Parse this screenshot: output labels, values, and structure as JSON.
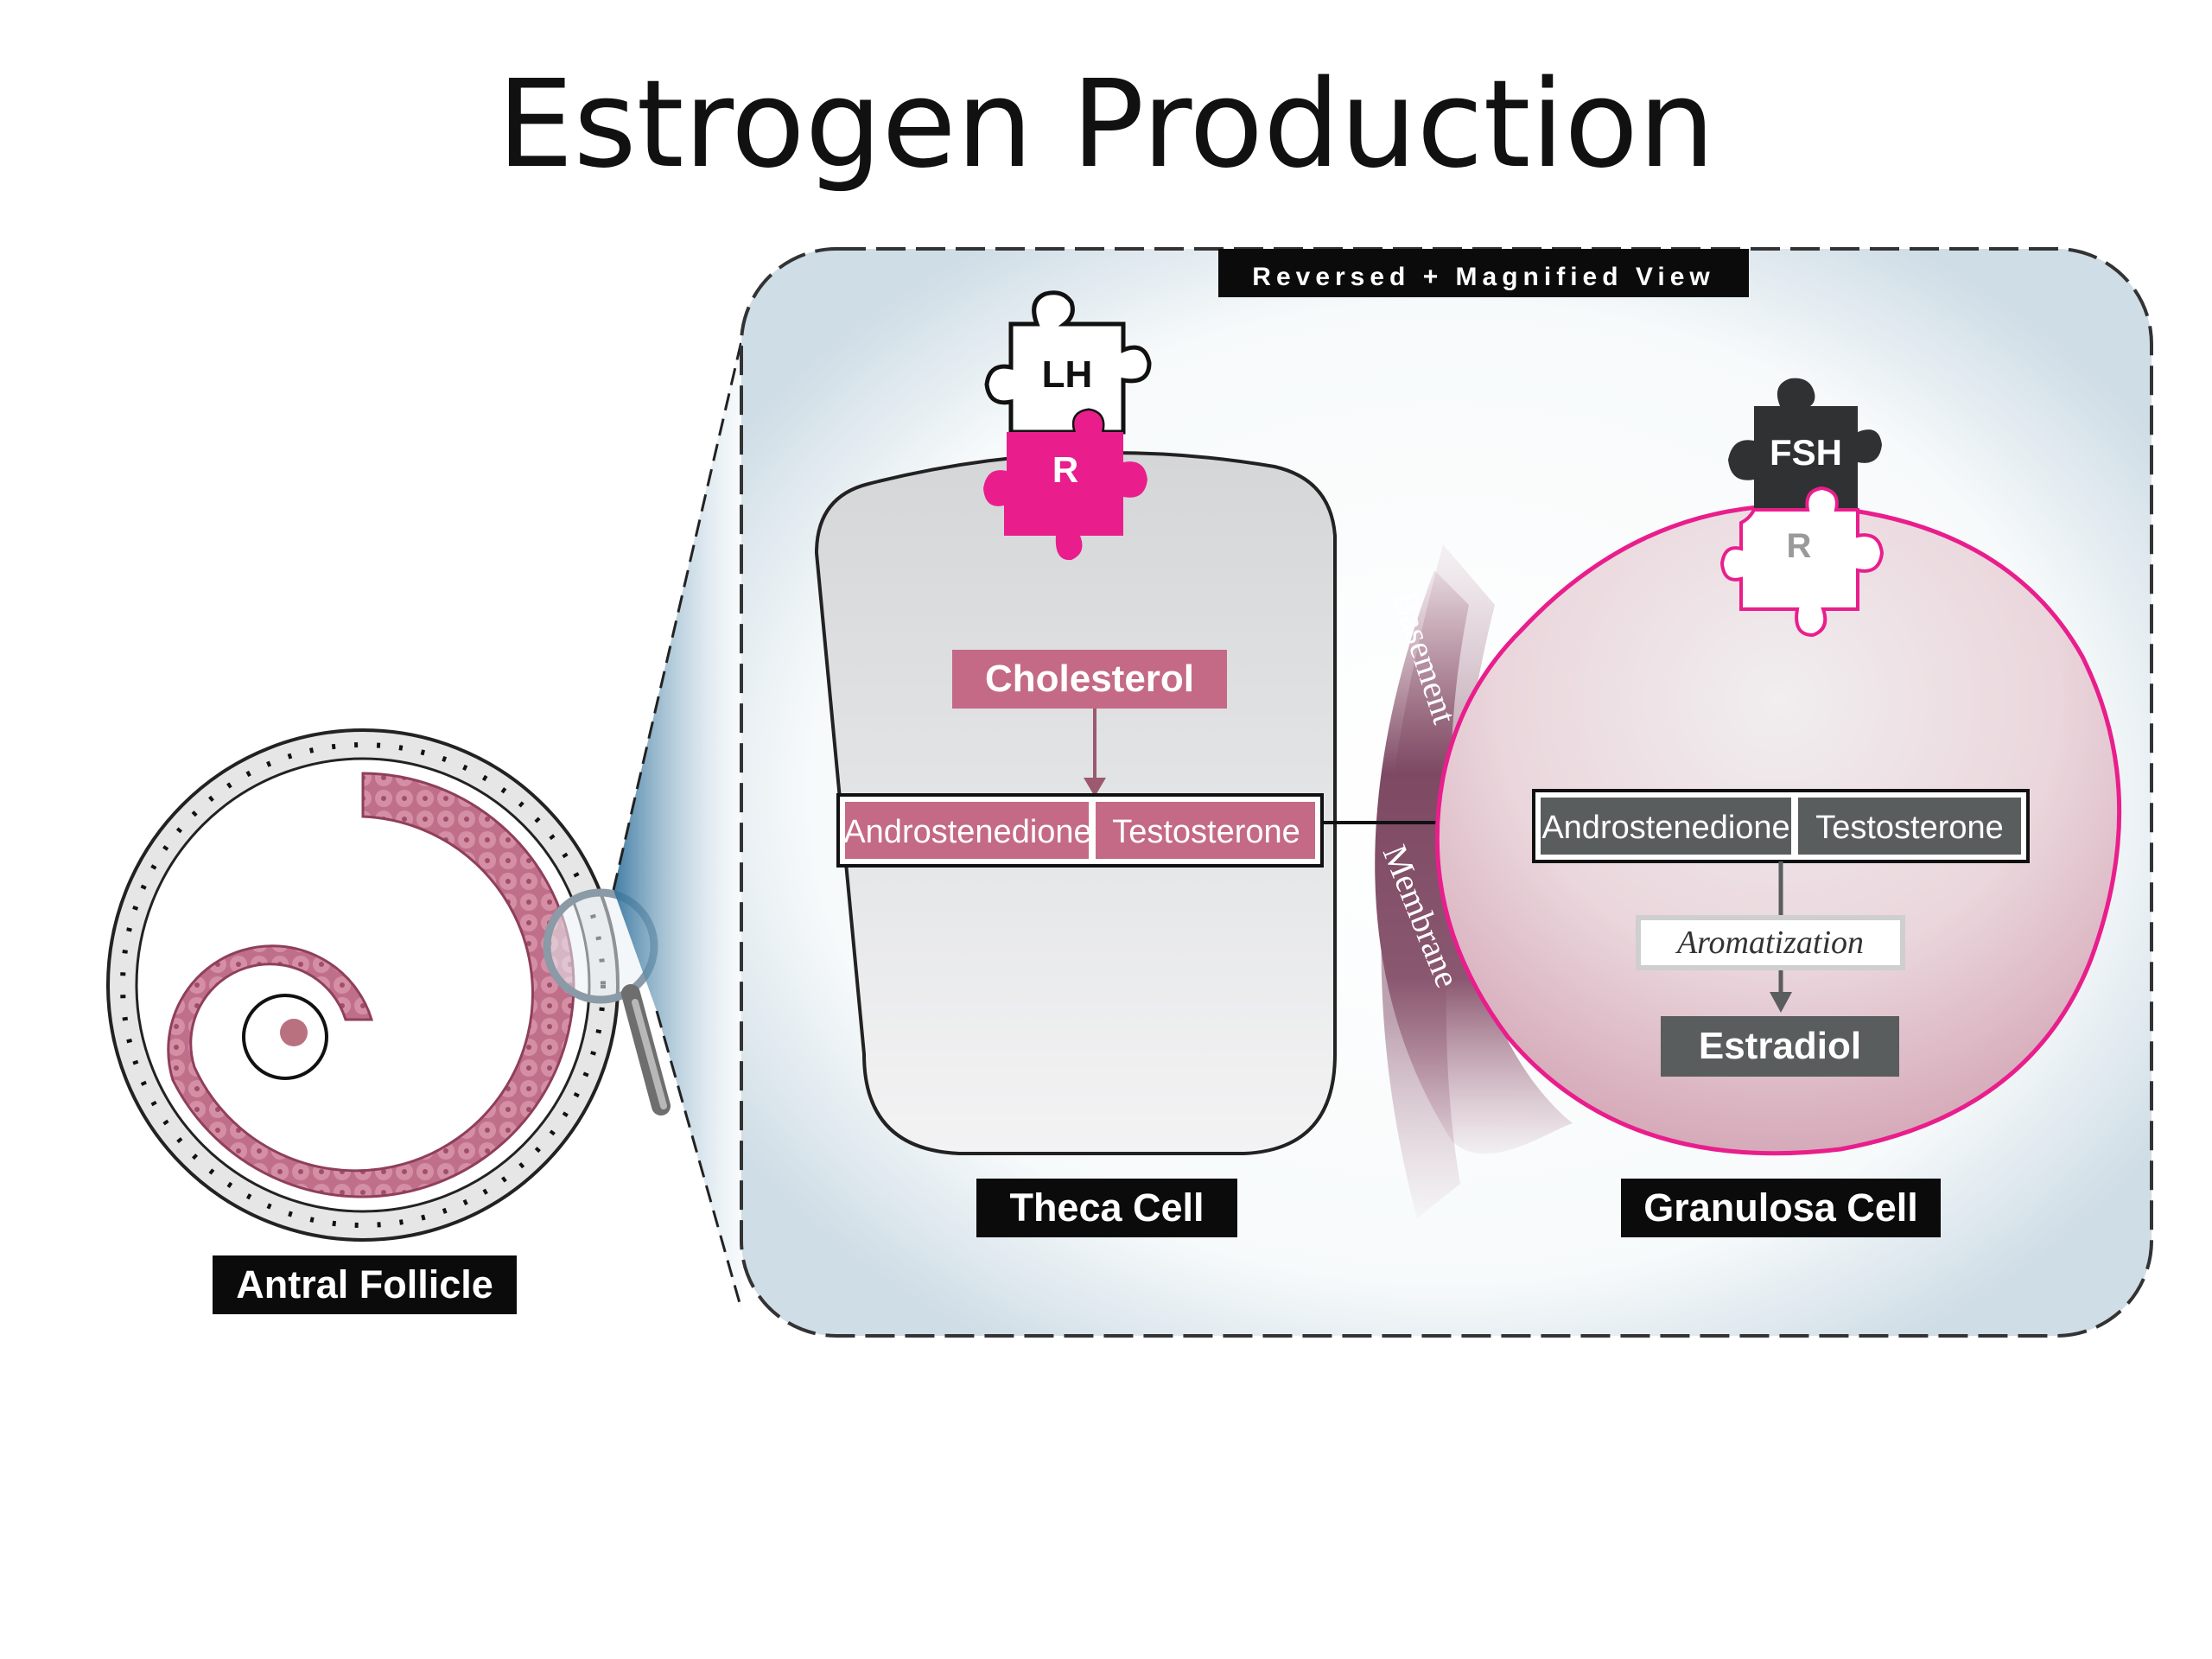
{
  "slide": {
    "title": "Estrogen Production"
  },
  "follicle": {
    "label": "Antral Follicle"
  },
  "magnified_panel": {
    "banner": "Reversed + Magnified View",
    "membrane_label_1": "Basement",
    "membrane_label_2": "Membrane"
  },
  "theca": {
    "label": "Theca Cell",
    "hormone": "LH",
    "receptor": "R",
    "cholesterol": "Cholesterol",
    "androstenedione": "Androstenedione",
    "testosterone": "Testosterone"
  },
  "granulosa": {
    "label": "Granulosa Cell",
    "hormone": "FSH",
    "receptor": "R",
    "androstenedione": "Androstenedione",
    "testosterone": "Testosterone",
    "aromatization": "Aromatization",
    "estradiol": "Estradiol"
  },
  "colors": {
    "magenta": "#e91e8c",
    "theca_box": "#c46a86",
    "granulosa_box": "#5a5d5e",
    "follicle_pink": "#c7758f",
    "label_bg": "#0b0b0b",
    "panel_bg": "#eef3f6"
  }
}
